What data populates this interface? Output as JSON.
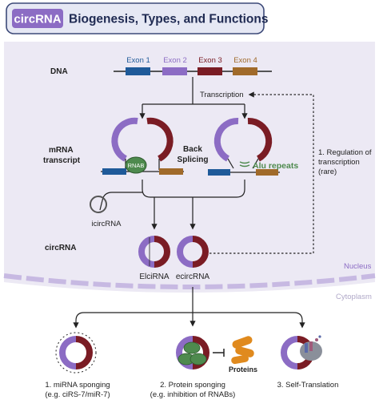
{
  "title": {
    "badge": "circRNA",
    "text": "Biogenesis, Types, and Functions"
  },
  "colors": {
    "purple": "#8c6cc4",
    "maroon": "#7a1c24",
    "exon1": "#1f5a99",
    "exon4": "#a06a2a",
    "green": "#4e8a4e",
    "orange": "#e08a1e",
    "nucleus_bg": "#ece9f4",
    "membrane": "#c7b9e2",
    "title_bg": "#e6e8f4"
  },
  "labels": {
    "dna": "DNA",
    "mrna": "mRNA transcript",
    "mrna_line1": "mRNA",
    "mrna_line2": "transcript",
    "circrna": "circRNA",
    "transcription": "Transcription",
    "back_splicing_line1": "Back",
    "back_splicing_line2": "Splicing",
    "alu": "Alu repeats",
    "rnab": "RNAB",
    "icircrna": "icircRNA",
    "elcirna": "ElciRNA",
    "ecircrna": "ecircRNA",
    "nucleus": "Nucleus",
    "cytoplasm": "Cytoplasm",
    "regulation_line1": "1. Regulation of",
    "regulation_line2": "transcription",
    "regulation_line3": "(rare)",
    "proteins": "Proteins"
  },
  "exons": [
    "Exon 1",
    "Exon 2",
    "Exon 3",
    "Exon 4"
  ],
  "functions": [
    {
      "line1": "1. miRNA sponging",
      "line2": "(e.g. ciRS-7/miR-7)"
    },
    {
      "line1": "2. Protein sponging",
      "line2": "(e.g. inhibition of RNABs)"
    },
    {
      "line1": "3. Self-Translation",
      "line2": ""
    }
  ]
}
